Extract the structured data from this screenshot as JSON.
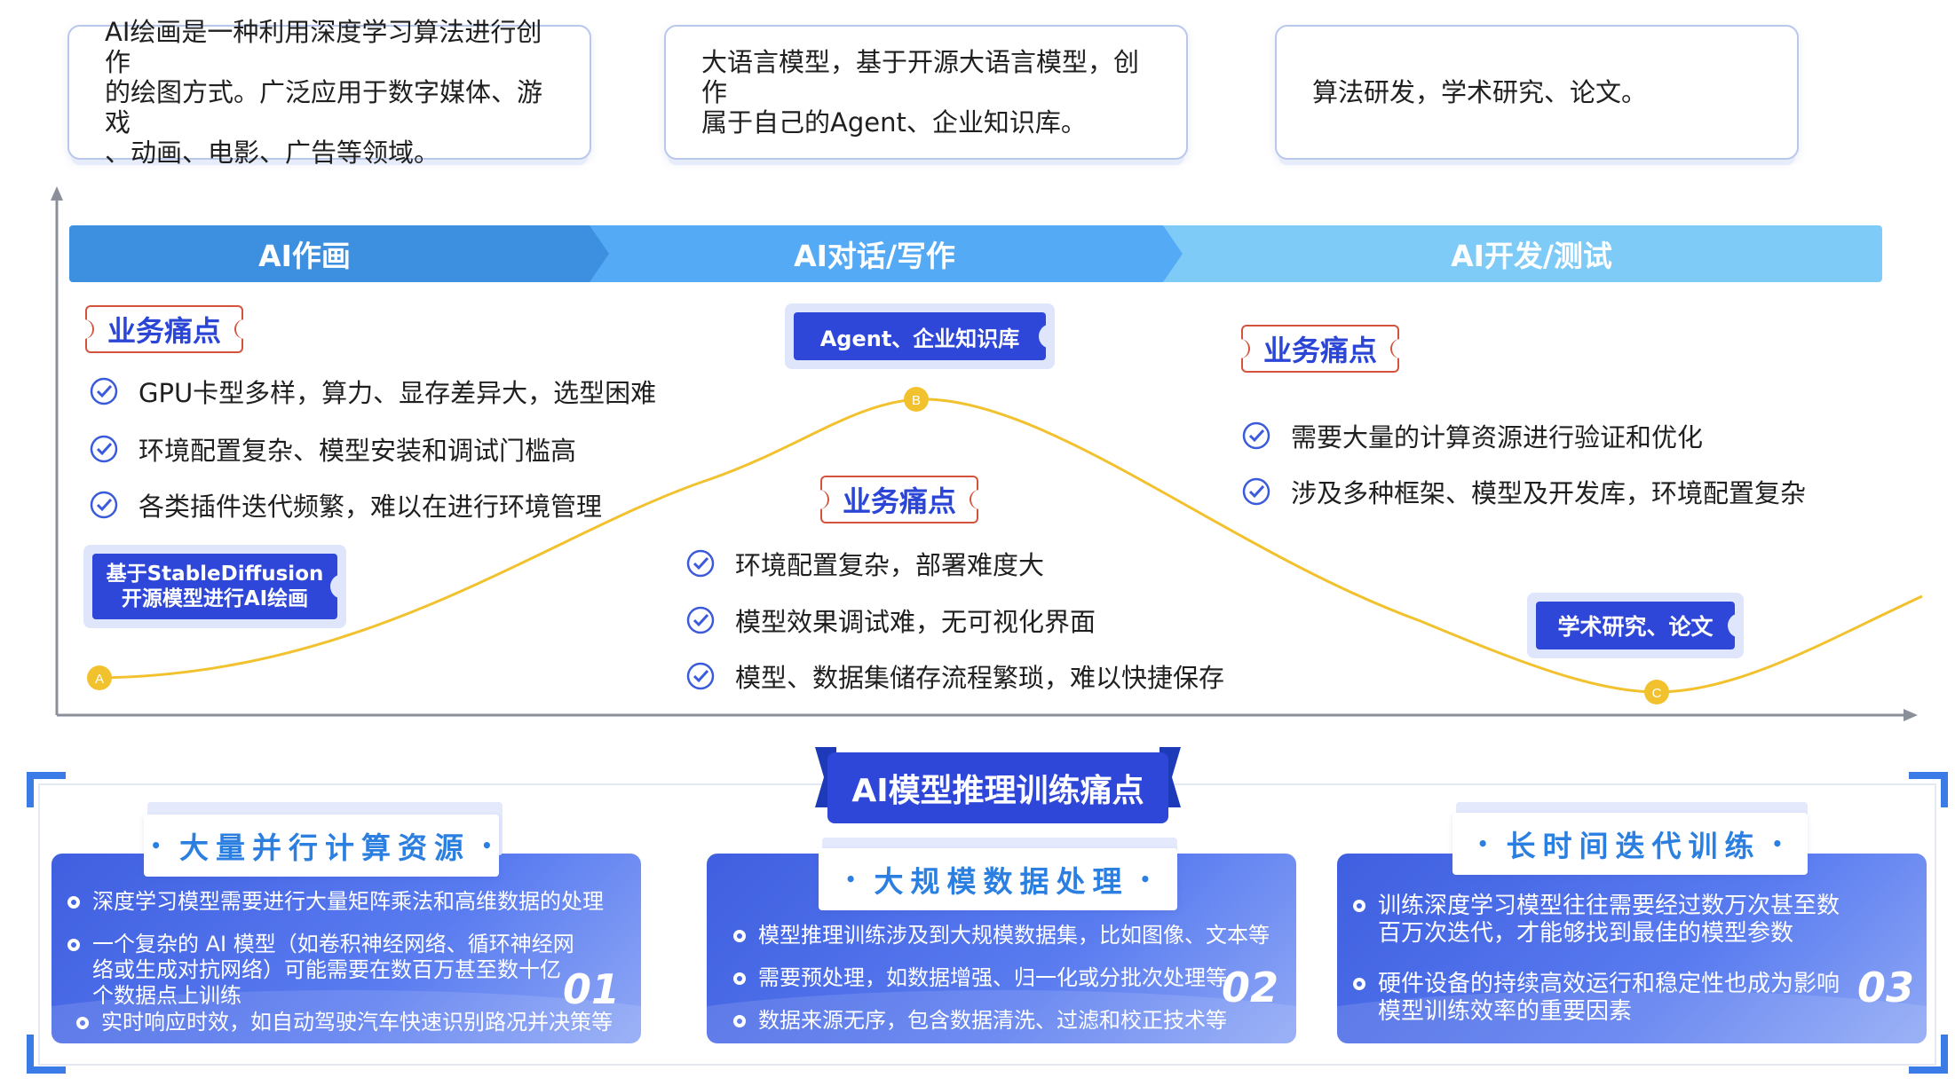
{
  "top_cards": [
    "AI绘画是一种利用深度学习算法进行创作的绘图方式。广泛应用于数字媒体、游戏、动画、电影、广告等领域。",
    "大语言模型，基于开源大语言模型，创作属于自己的Agent、企业知识库。",
    "算法研发，学术研究、论文。"
  ],
  "top_card_lines": [
    [
      "AI绘画是一种利用深度学习算法进行创作",
      "的绘图方式。广泛应用于数字媒体、游戏",
      "、动画、电影、广告等领域。"
    ],
    [
      "大语言模型，基于开源大语言模型，创作",
      "属于自己的Agent、企业知识库。"
    ],
    [
      "算法研发，学术研究、论文。"
    ]
  ],
  "stages": [
    "AI作画",
    "AI对话/写作",
    "AI开发/测试"
  ],
  "pain_label": "业务痛点",
  "stage1": {
    "pains": [
      "GPU卡型多样，算力、显存差异大，选型困难",
      "环境配置复杂、模型安装和调试门槛高",
      "各类插件迭代频繁，难以在进行环境管理"
    ],
    "tag_lines": [
      "基于StableDiffusion",
      "开源模型进行AI绘画"
    ],
    "point": "A"
  },
  "stage2": {
    "tag": "Agent、企业知识库",
    "pains": [
      "环境配置复杂，部署难度大",
      "模型效果调试难，无可视化界面",
      "模型、数据集储存流程繁琐，难以快捷保存"
    ],
    "point": "B"
  },
  "stage3": {
    "pains": [
      "需要大量的计算资源进行验证和优化",
      "涉及多种框架、模型及开发库，环境配置复杂"
    ],
    "tag": "学术研究、论文",
    "point": "C"
  },
  "section_title": "AI模型推理训练痛点",
  "panels": [
    {
      "title": "大量并行计算资源",
      "number": "01",
      "bullets": [
        [
          "深度学习模型需要进行大量矩阵乘法和高维数据的处理"
        ],
        [
          "一个复杂的 AI 模型（如卷积神经网络、循环神经网",
          "络或生成对抗网络）可能需要在数百万甚至数十亿",
          "个数据点上训练"
        ],
        [
          "实时响应时效，如自动驾驶汽车快速识别路况并决策等"
        ]
      ]
    },
    {
      "title": "大规模数据处理",
      "number": "02",
      "bullets": [
        [
          "模型推理训练涉及到大规模数据集，比如图像、文本等"
        ],
        [
          "需要预处理，如数据增强、归一化或分批次处理等"
        ],
        [
          "数据来源无序，包含数据清洗、过滤和校正技术等"
        ]
      ]
    },
    {
      "title": "长时间迭代训练",
      "number": "03",
      "bullets": [
        [
          "训练深度学习模型往往需要经过数万次甚至数",
          "百万次迭代，才能够找到最佳的模型参数"
        ],
        [
          "硬件设备的持续高效运行和稳定性也成为影响",
          "模型训练效率的重要因素"
        ]
      ]
    }
  ],
  "colors": {
    "stage1": "#3d8fe0",
    "stage2": "#55aaf5",
    "stage3": "#7fcbf7",
    "curve": "#f2c12e",
    "accent_blue": "#2f47d9",
    "pain_red": "#d4533c"
  }
}
